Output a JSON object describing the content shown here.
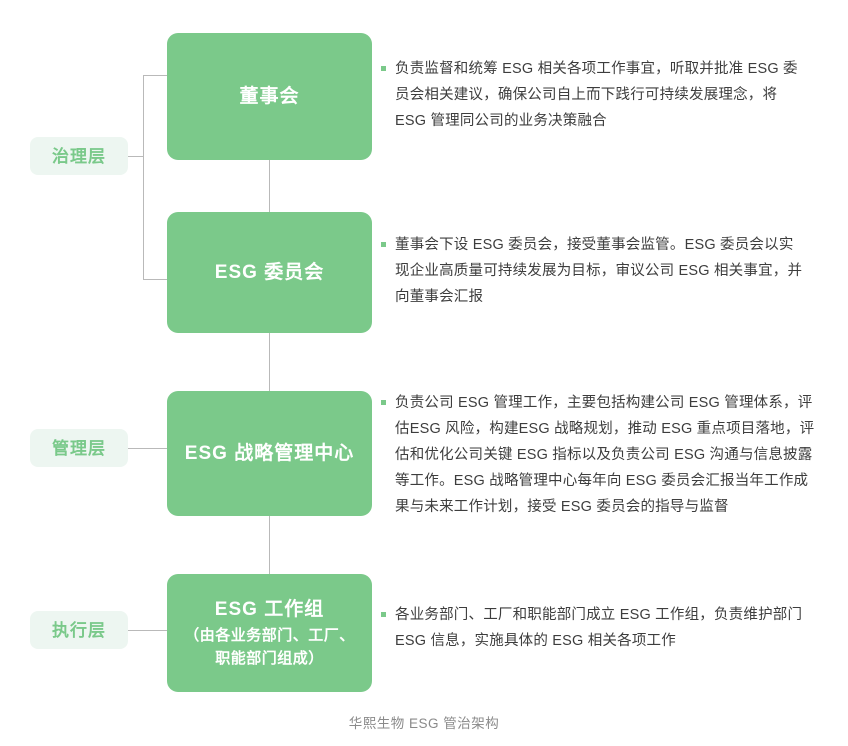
{
  "colors": {
    "node_green": "#7bc98a",
    "pill_background": "#edf6f1",
    "pill_text": "#7ac98a",
    "connector_line": "#b9b9b9",
    "body_text": "#3d3d3d",
    "caption_text": "#8a8a8a"
  },
  "layers": [
    {
      "id": "governance",
      "label": "治理层"
    },
    {
      "id": "management",
      "label": "管理层"
    },
    {
      "id": "execution",
      "label": "执行层"
    }
  ],
  "nodes": [
    {
      "id": "board",
      "title": "董事会",
      "subtitle": "",
      "description": "负责监督和统筹 ESG 相关各项工作事宜，听取并批准 ESG 委员会相关建议，确保公司自上而下践行可持续发展理念，将 ESG 管理同公司的业务决策融合"
    },
    {
      "id": "esg-committee",
      "title": "ESG 委员会",
      "subtitle": "",
      "description": "董事会下设 ESG 委员会，接受董事会监管。ESG 委员会以实现企业高质量可持续发展为目标，审议公司 ESG 相关事宜，并向董事会汇报"
    },
    {
      "id": "esg-strategy-center",
      "title": "ESG 战略管理中心",
      "subtitle": "",
      "description": "负责公司 ESG 管理工作，主要包括构建公司 ESG 管理体系，评估ESG 风险，构建ESG 战略规划，推动 ESG 重点项目落地，评估和优化公司关键 ESG 指标以及负责公司 ESG 沟通与信息披露等工作。ESG 战略管理中心每年向 ESG 委员会汇报当年工作成果与未来工作计划，接受 ESG 委员会的指导与监督"
    },
    {
      "id": "esg-working-group",
      "title": "ESG 工作组",
      "subtitle": "（由各业务部门、工厂、职能部门组成）",
      "description": "各业务部门、工厂和职能部门成立 ESG 工作组，负责维护部门 ESG 信息，实施具体的 ESG 相关各项工作"
    }
  ],
  "caption": "华熙生物 ESG 管治架构"
}
